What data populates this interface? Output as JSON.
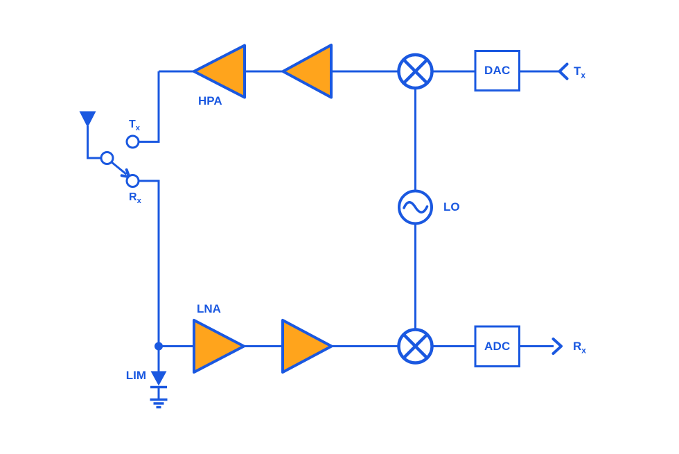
{
  "diagram": {
    "components": {
      "hpa": {
        "label": "HPA"
      },
      "lna": {
        "label": "LNA"
      },
      "lo": {
        "label": "LO"
      },
      "dac": {
        "label": "DAC"
      },
      "adc": {
        "label": "ADC"
      },
      "lim": {
        "label": "LIM"
      }
    },
    "ports": {
      "tx_switch": {
        "main": "T",
        "sub": "x"
      },
      "rx_switch": {
        "main": "R",
        "sub": "x"
      },
      "tx_io": {
        "main": "T",
        "sub": "x"
      },
      "rx_io": {
        "main": "R",
        "sub": "x"
      }
    },
    "colors": {
      "line": "#1A58E0",
      "amp-fill": "#FFA41C",
      "background": "#FFFFFF"
    }
  }
}
